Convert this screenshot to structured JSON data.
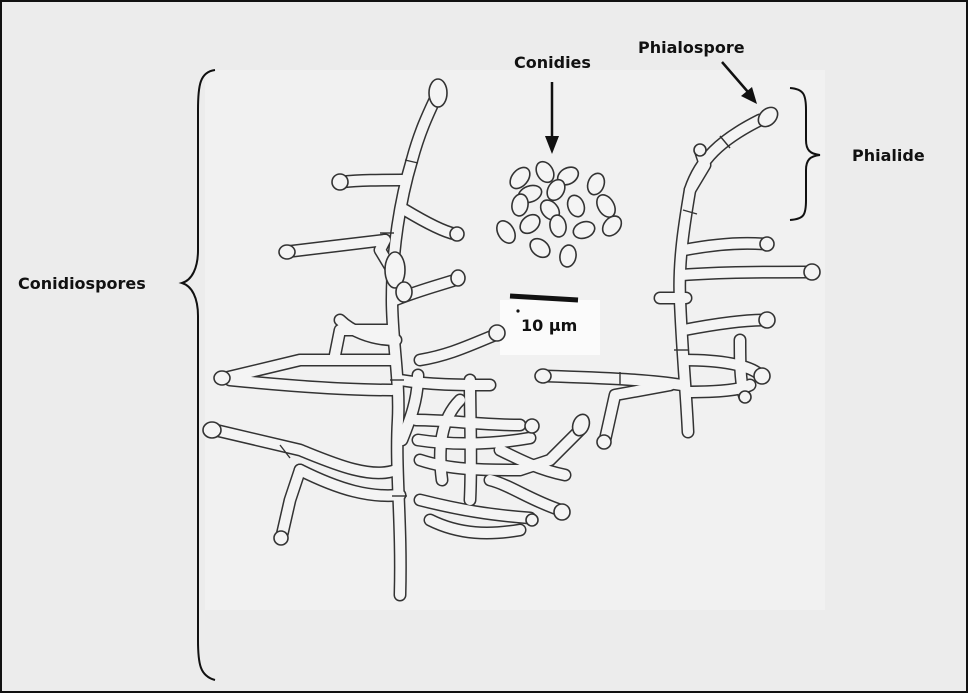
{
  "labels": {
    "conidiospores": "Conidiospores",
    "conidies": "Conidies",
    "phialospore": "Phialospore",
    "phialide": "Phialide",
    "scale_bar": "10 μm"
  },
  "colors": {
    "background": "#ececec",
    "line": "#111111",
    "hyphae_fill": "#f4f4f4"
  }
}
